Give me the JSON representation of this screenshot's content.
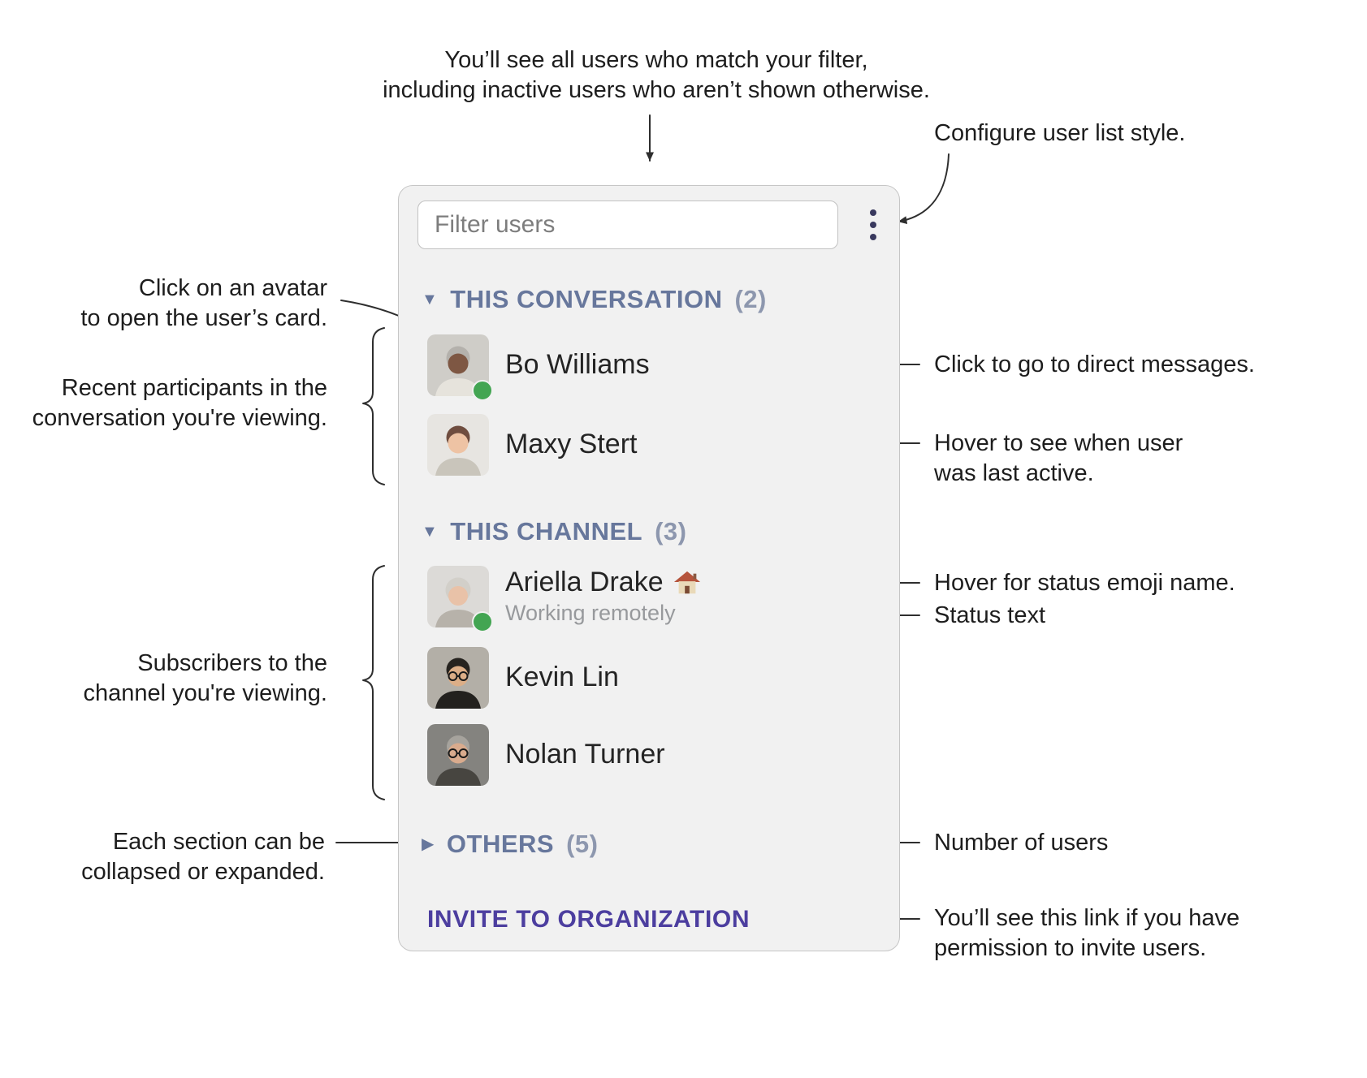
{
  "colors": {
    "panel_bg": "#f1f1f1",
    "panel_border": "#c6c6c6",
    "section_heading": "#67779c",
    "section_count": "#8d97ae",
    "invite_link": "#4c3e9f",
    "presence_online": "#43a552",
    "kebab_icon": "#39395e",
    "user_name": "#242424",
    "status_text": "#97999c",
    "annotation_text": "#1d1d1d",
    "arrow": "#2e2e2e"
  },
  "icons": {
    "kebab_menu": "⋮",
    "section_expanded_caret": "▼",
    "section_collapsed_caret": "▶"
  },
  "panel": {
    "filter": {
      "placeholder": "Filter users"
    },
    "sections": [
      {
        "label": "THIS CONVERSATION",
        "count": "(2)",
        "caret": "▼",
        "collapsed": false,
        "users": [
          {
            "name": "Bo Williams",
            "online": true
          },
          {
            "name": "Maxy Stert",
            "online": false
          }
        ]
      },
      {
        "label": "THIS CHANNEL",
        "count": "(3)",
        "caret": "▼",
        "collapsed": false,
        "users": [
          {
            "name": "Ariella Drake",
            "status_emoji": "🏠",
            "status_text": "Working remotely",
            "online": true
          },
          {
            "name": "Kevin Lin",
            "online": false
          },
          {
            "name": "Nolan Turner",
            "online": false
          }
        ]
      },
      {
        "label": "OTHERS",
        "count": "(5)",
        "caret": "▶",
        "collapsed": true,
        "users": []
      }
    ],
    "invite_link": "INVITE TO ORGANIZATION"
  },
  "annotations": {
    "filter_note": "You’ll see all users who match your filter,\nincluding inactive users who aren’t shown otherwise.",
    "configure_note": "Configure user list style.",
    "avatar_note": "Click on an avatar\nto open the user’s card.",
    "participants_note": "Recent participants in the\nconversation you're viewing.",
    "subscribers_note": "Subscribers to the\nchannel you're viewing.",
    "collapse_note": "Each section can be\ncollapsed or expanded.",
    "dm_note": "Click to go to direct messages.",
    "last_active_note": "Hover to see when user\nwas last active.",
    "status_emoji_note": "Hover for status emoji name.",
    "status_text_note": "Status text",
    "count_note": "Number of users",
    "invite_note": "You’ll see this link if you have\npermission to invite users."
  }
}
